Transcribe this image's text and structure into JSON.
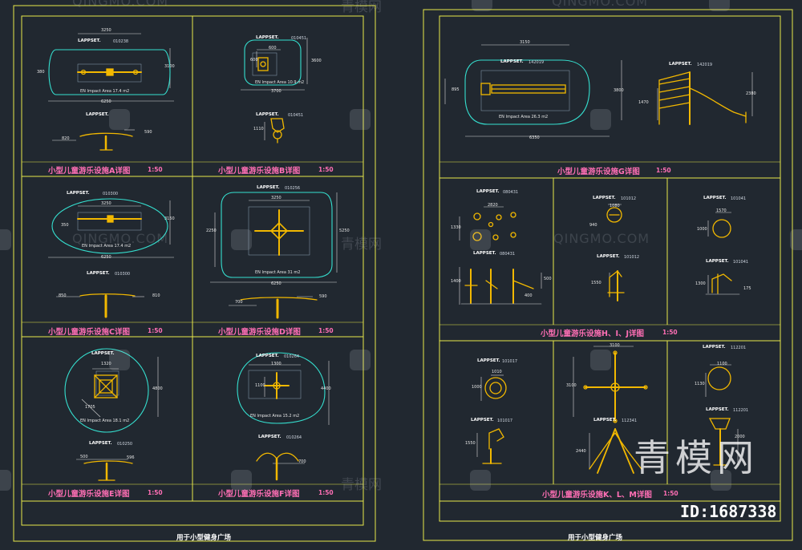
{
  "colors": {
    "background": "#212830",
    "frame": "#e8e84a",
    "outline": "#35e0d0",
    "equipment": "#f2b800",
    "title": "#ff6fb5",
    "dimension": "#e6e6e6"
  },
  "left_sheet": {
    "panels": [
      {
        "id": "A",
        "title": "小型儿童游乐设施A详图",
        "scale": "1:50",
        "plan_set": "LAPPSET.",
        "plan_code": "010238",
        "elev_set": "LAPPSET.",
        "elev_code": "",
        "area": "EN Impact Area 17.4 m2",
        "dims": [
          "3250",
          "3100",
          "380",
          "6250",
          "820",
          "590"
        ]
      },
      {
        "id": "B",
        "title": "小型儿童游乐设施B详图",
        "scale": "1:50",
        "plan_set": "LAPPSET.",
        "plan_code": "010451",
        "elev_set": "LAPPSET.",
        "elev_code": "010451",
        "area": "EN Impact Area 10.9 m2",
        "dims": [
          "600",
          "600",
          "3600",
          "3700",
          "1110"
        ]
      },
      {
        "id": "C",
        "title": "小型儿童游乐设施C详图",
        "scale": "1:50",
        "plan_set": "LAPPSET.",
        "plan_code": "010300",
        "elev_set": "LAPPSET.",
        "elev_code": "010300",
        "area": "EN Impact Area 17.4 m2",
        "dims": [
          "3250",
          "3150",
          "350",
          "6250",
          "850",
          "810"
        ]
      },
      {
        "id": "D",
        "title": "小型儿童游乐设施D详图",
        "scale": "1:50",
        "plan_set": "LAPPSET.",
        "plan_code": "010256",
        "elev_set": "",
        "elev_code": "",
        "area": "EN Impact Area 31 m2",
        "dims": [
          "3250",
          "2250",
          "5250",
          "6250",
          "700",
          "590"
        ]
      },
      {
        "id": "E",
        "title": "小型儿童游乐设施E详图",
        "scale": "1:50",
        "plan_set": "LAPPSET.",
        "plan_code": "",
        "elev_set": "LAPPSET.",
        "elev_code": "010250",
        "area": "EN Impact Area 18.1 m2",
        "dims": [
          "1320",
          "4800",
          "1705",
          "500",
          "596"
        ]
      },
      {
        "id": "F",
        "title": "小型儿童游乐设施F详图",
        "scale": "1:50",
        "plan_set": "LAPPSET.",
        "plan_code": "010264",
        "elev_set": "LAPPSET.",
        "elev_code": "010264",
        "area": "EN Impact Area 15.2 m2",
        "dims": [
          "1300",
          "1100",
          "4400",
          "700"
        ]
      }
    ],
    "footer": "用于小型健身广场"
  },
  "right_sheet": {
    "panels": [
      {
        "id": "G",
        "title": "小型儿童游乐设施G详图",
        "scale": "1:50",
        "plan_set": "LAPPSET.",
        "plan_code": "142019",
        "elev_set": "LAPPSET.",
        "elev_code": "142019",
        "area": "EN Impact Area 26.3 m2",
        "dims": [
          "3150",
          "3800",
          "895",
          "6350",
          "1470",
          "2380"
        ]
      },
      {
        "id": "HIJ",
        "title": "小型儿童游乐设施H、I、J详图",
        "scale": "1:50",
        "h_set": "LAPPSET.",
        "h_code": "080431",
        "h_code2": "080431",
        "i_set": "LAPPSET.",
        "i_code": "101012",
        "i_code2": "101012",
        "j_set": "LAPPSET.",
        "j_code": "101041",
        "j_code2": "101041",
        "dims": [
          "2820",
          "1330",
          "1400",
          "500",
          "400",
          "1080",
          "940",
          "1550",
          "1570",
          "1000",
          "1300",
          "175"
        ]
      },
      {
        "id": "KLM",
        "title": "小型儿童游乐设施K、L、M详图",
        "scale": "1:50",
        "k_set": "LAPPSET.",
        "k_code": "101017",
        "k_code2": "101017",
        "l_set": "LAPPSET.",
        "l_code": "",
        "l_code2": "112341",
        "m_set": "LAPPSET.",
        "m_code": "112201",
        "m_code2": "112201",
        "dims": [
          "3100",
          "1010",
          "1000",
          "3100",
          "1550",
          "2440",
          "1100",
          "1130",
          "2000"
        ]
      }
    ],
    "footer": "用于小型健身广场"
  },
  "watermarks": {
    "latin": "QINGMO.COM",
    "chinese": "青模网"
  },
  "brand": {
    "name": "青模网",
    "id_label": "ID:1687338"
  }
}
